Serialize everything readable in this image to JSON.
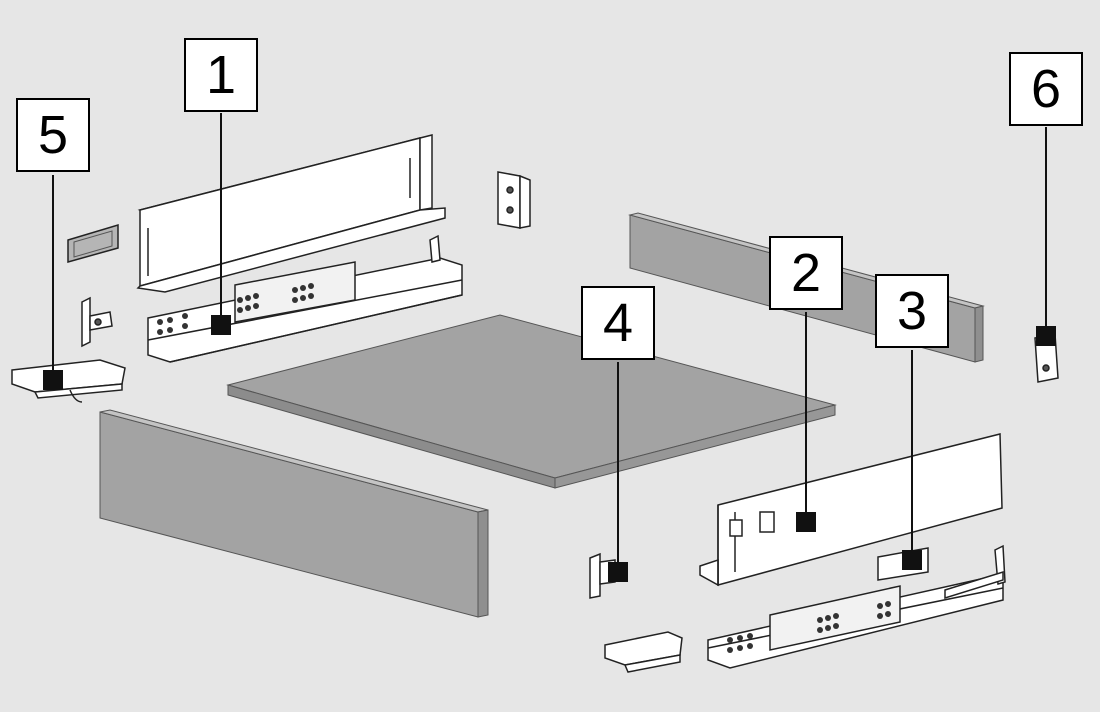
{
  "colors": {
    "background": "#e6e6e6",
    "panel": "#a3a3a3",
    "panel_side": "#8f8f8f",
    "metal": "#ffffff",
    "line": "#222222",
    "marker": "#111111"
  },
  "callouts": [
    {
      "number": "1",
      "part": "left-drawer-side-runner"
    },
    {
      "number": "2",
      "part": "right-drawer-side"
    },
    {
      "number": "3",
      "part": "cover-cap"
    },
    {
      "number": "4",
      "part": "front-fixing-bracket"
    },
    {
      "number": "5",
      "part": "locking-device"
    },
    {
      "number": "6",
      "part": "rear-fixing-bracket"
    }
  ]
}
